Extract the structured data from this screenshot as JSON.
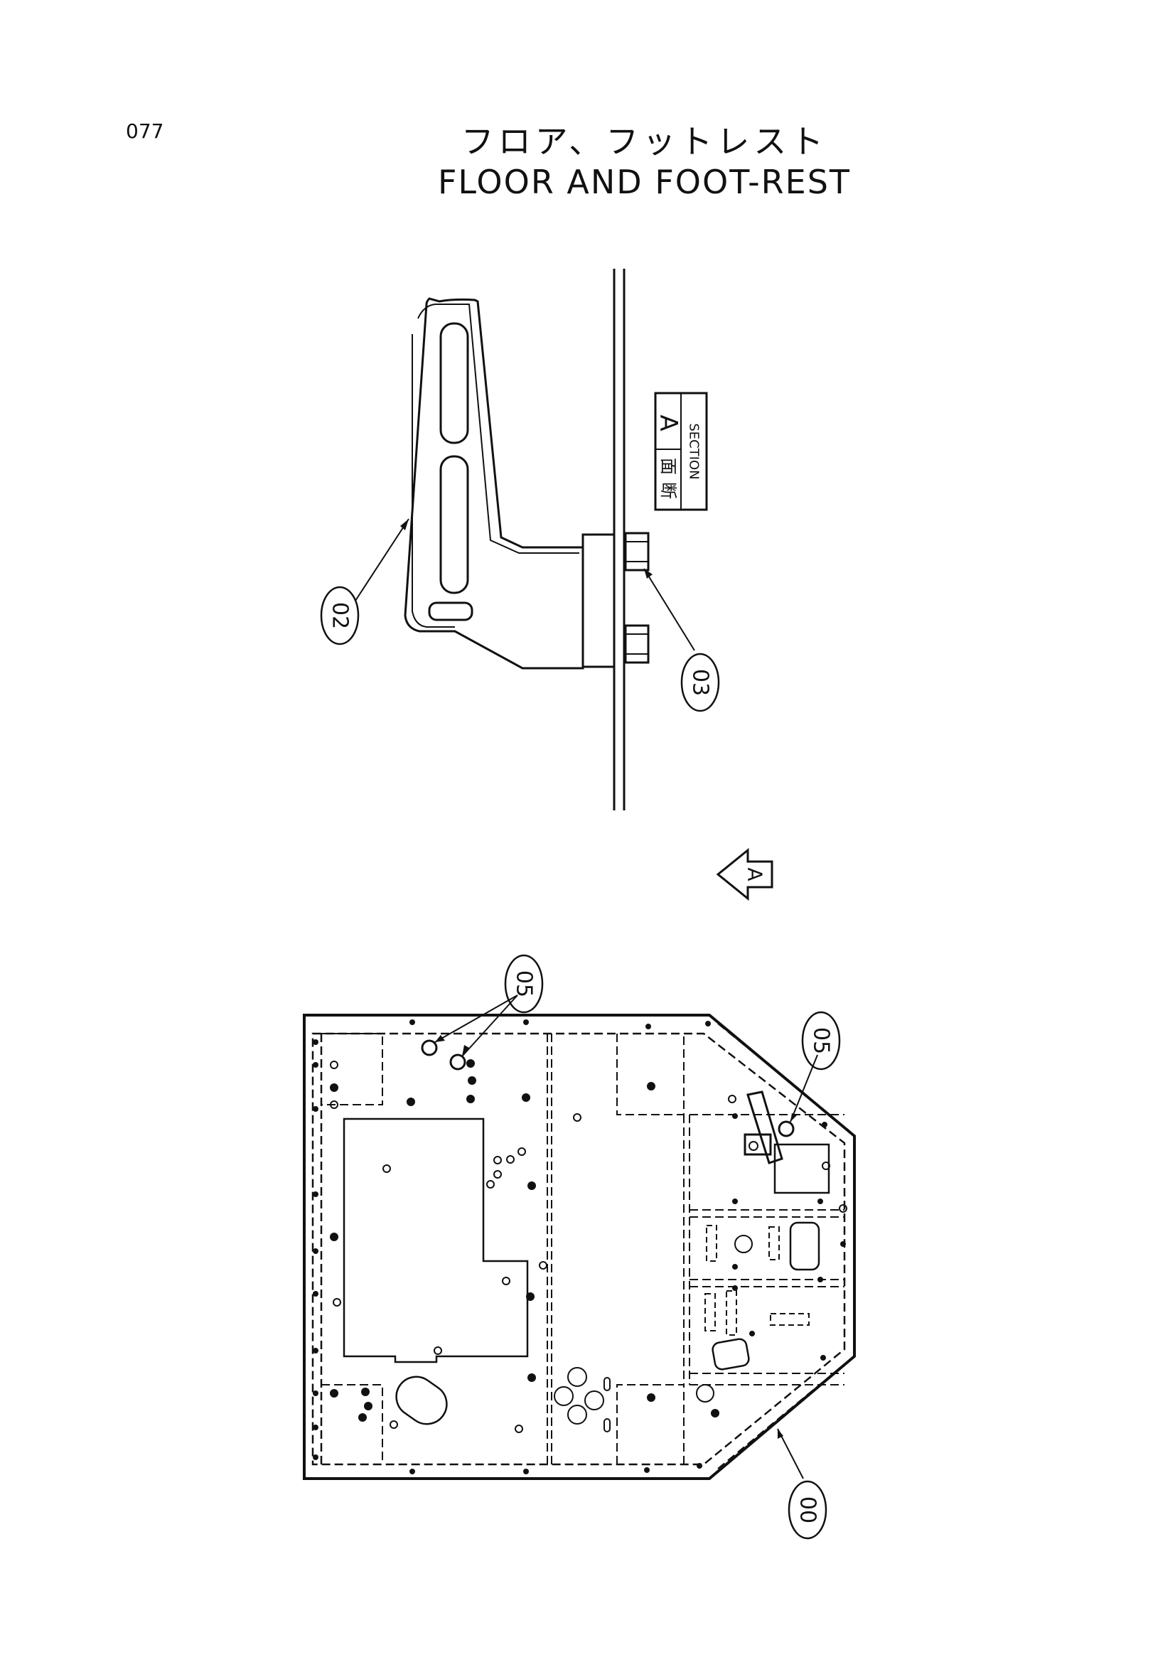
{
  "page": {
    "number": "077"
  },
  "title": {
    "japanese": "フロア、フットレスト",
    "english": "FLOOR AND FOOT-REST"
  },
  "section_label": {
    "kanji_1": "断",
    "kanji_2": "面",
    "english": "SECTION",
    "letter": "A"
  },
  "view_arrow": {
    "letter": "A"
  },
  "callouts": {
    "foot_rest": "02",
    "bolt": "03",
    "floor_top": "05",
    "floor_right": "05",
    "floor_plate": "00"
  }
}
